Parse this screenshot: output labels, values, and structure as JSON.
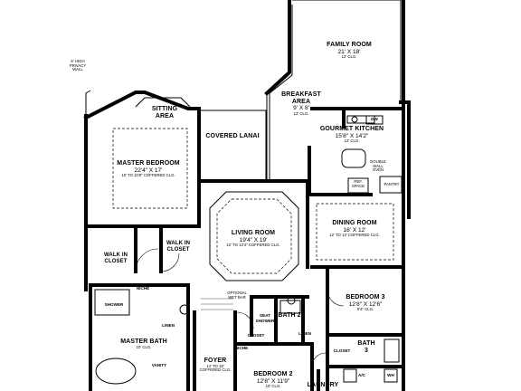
{
  "rooms": {
    "family_room": {
      "name": "FAMILY ROOM",
      "dims": "21' X 18'",
      "ceiling": "12' CLG."
    },
    "breakfast": {
      "name1": "BREAKFAST",
      "name2": "AREA",
      "dims": "9' X 8'",
      "ceiling": "12' CLG."
    },
    "kitchen": {
      "name": "GOURMET KITCHEN",
      "dims": "15'8\" X 14'2\"",
      "ceiling": "12' CLG."
    },
    "master_bedroom": {
      "name": "MASTER BEDROOM",
      "dims": "22'4\" X 17'",
      "ceiling": "10' TO 10'8\" COFFERED CLG."
    },
    "sitting": {
      "name1": "SITTING",
      "name2": "AREA"
    },
    "lanai": {
      "name": "COVERED LANAI"
    },
    "living": {
      "name": "LIVING ROOM",
      "dims": "19'4\" X 19'",
      "ceiling": "12' TO 13'4\" COFFERED CLG."
    },
    "dining": {
      "name": "DINING ROOM",
      "dims": "16' X 12'",
      "ceiling": "12' TO 13' COFFERED CLG."
    },
    "bedroom3": {
      "name": "BEDROOM 3",
      "dims": "12'8\" X 12'6\"",
      "ceiling": "9'4\" CLG."
    },
    "wic1": {
      "name1": "WALK IN",
      "name2": "CLOSET"
    },
    "wic2": {
      "name1": "WALK IN",
      "name2": "CLOSET"
    },
    "master_bath": {
      "name": "MASTER BATH",
      "ceiling": "10' CLG."
    },
    "foyer": {
      "name": "FOYER",
      "dims": "14' TO 15'",
      "ceiling": "COFFERED CLG."
    },
    "bedroom2": {
      "name": "BEDROOM 2",
      "dims": "12'8\" X 11'9\"",
      "ceiling": "10' CLG."
    },
    "bath2": {
      "name": "BATH 2"
    },
    "bath3": {
      "name1": "BATH",
      "name2": "3"
    },
    "laundry": {
      "name": "LAUNDRY"
    }
  },
  "labels": {
    "privacy_wall": [
      "6' HIGH",
      "PRIVACY",
      "WALL"
    ],
    "dw": "DW",
    "double_wall_oven": [
      "DOUBLE",
      "WALL",
      "OVEN"
    ],
    "ref_space": [
      "REF.",
      "SPACE"
    ],
    "pantry": "PANTRY",
    "optional_wet_bar": [
      "OPTIONAL",
      "WET BAR"
    ],
    "niche_1": "NICHE",
    "niche_2": "NICHE",
    "shower_1": "SHOWER",
    "linen_1": "LINEN",
    "vanity": "VANITY",
    "seat": "SEAT",
    "shower_2": "SHOWER",
    "closet_1": "CLOSET",
    "linen_2": "LINEN",
    "closet_2": "CLOSET",
    "ac": "A/C",
    "wh": "WH"
  }
}
